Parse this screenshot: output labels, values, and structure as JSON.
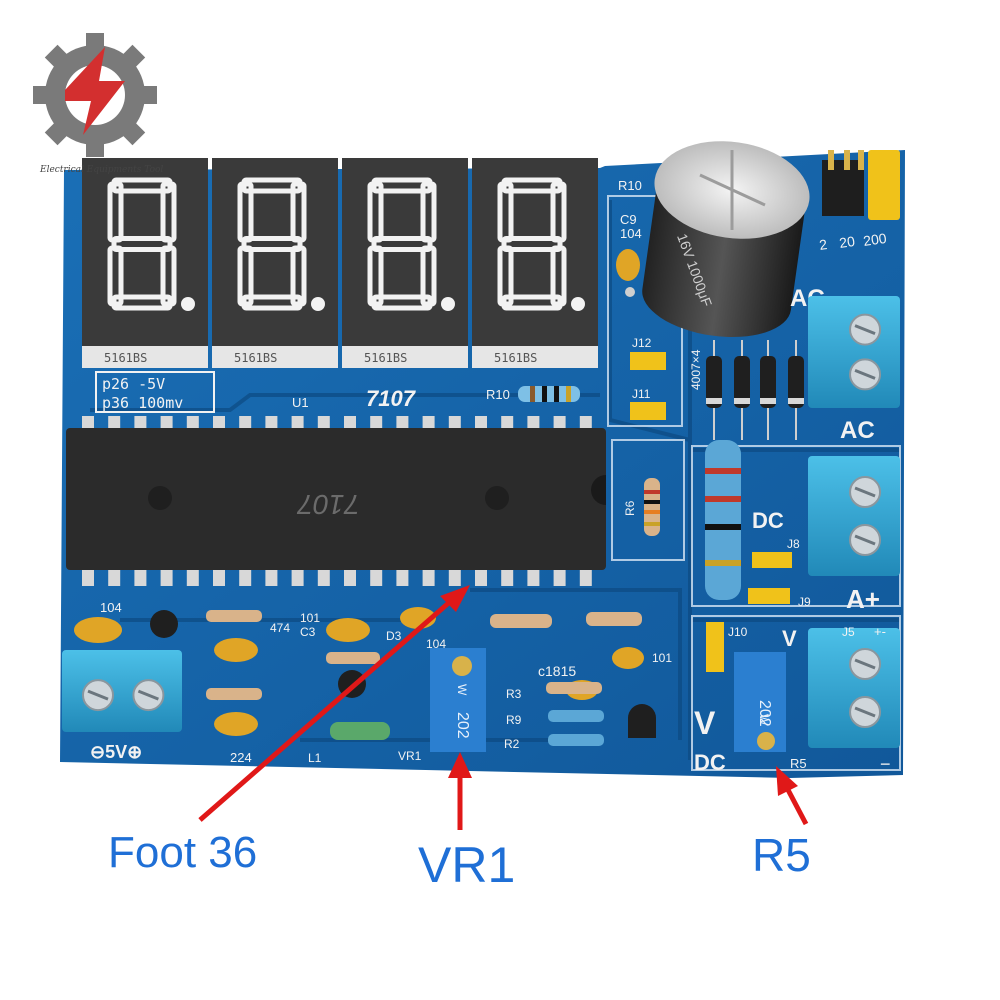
{
  "logo": {
    "caption": "Electrical Equipments Tool"
  },
  "display": {
    "digit_part_label": "5161BS",
    "digit_count": 4
  },
  "board": {
    "jumper_note_1": "p26 -5V",
    "jumper_note_2": "p36 100mv",
    "u1_label": "U1",
    "chip_silk": "7107",
    "chip_marking": "7107",
    "r10_top": "R10",
    "c9": "C9",
    "c9_value": "104",
    "r16": "R10",
    "j12": "J12",
    "j11": "J11",
    "diode_note": "4007×4",
    "r6": "R6",
    "range_2": "2",
    "range_20": "20",
    "range_200": "200",
    "ac_top": "AC",
    "ac_bottom": "AC",
    "dc_mid": "DC",
    "j8": "J8",
    "j9": "J9",
    "a_plus": "A+",
    "j10": "J10",
    "v_label": "V",
    "v_big": "V",
    "dc_bottom": "DC",
    "r5": "R5",
    "j5": "J5",
    "plus_minus": "+-",
    "minus_sign": "−",
    "trim_vr1_code": "202",
    "trim_r5_code": "202",
    "trim_pot_w": "W",
    "c_104_left": "104",
    "c_104_mid": "104",
    "c_101": "101",
    "c_101b": "101",
    "c_474": "474",
    "c_224": "224",
    "c3": "C3",
    "d3": "D3",
    "l1": "L1",
    "vr1": "VR1",
    "r2": "R2",
    "r3": "R3",
    "r9": "R9",
    "c1815": "c1815",
    "bat_label": "⊖5V⊕",
    "cap_text": "16V 1000μF"
  },
  "callouts": {
    "foot36": "Foot 36",
    "vr1": "VR1",
    "r5": "R5"
  },
  "colors": {
    "pcb": "#1565a8",
    "pcb_dark": "#0f4f8a",
    "digit_on": "#f2f2f2",
    "digit_bg": "#3a3a3a",
    "chip": "#2b2b2b",
    "terminal": "#33a9d6",
    "jumper": "#f0c21a",
    "arrow": "#e01818",
    "callout": "#1f6fd6",
    "trimpot": "#2b7fd0"
  }
}
